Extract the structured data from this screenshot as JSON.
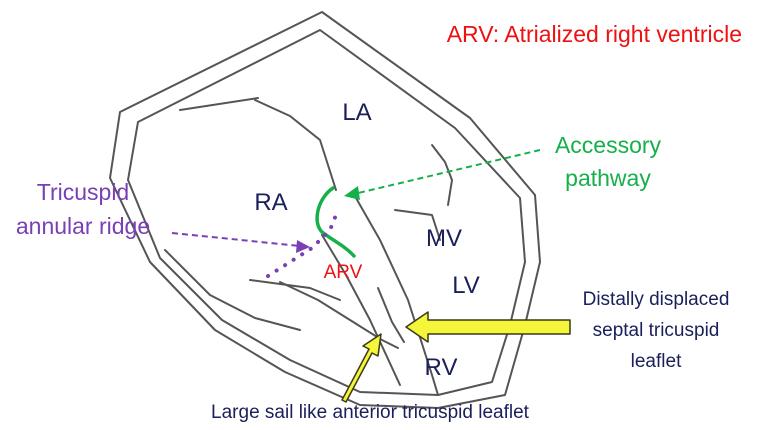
{
  "colors": {
    "outline": "#555555",
    "chamber_label": "#1a1f5a",
    "red": "#ee1111",
    "green": "#16b04a",
    "purple": "#7a3fb5",
    "arrow_fill": "#f5f53a",
    "arrow_stroke": "#3a3a1a"
  },
  "title": "ARV: Atrialized right ventricle",
  "chambers": {
    "la": "LA",
    "ra": "RA",
    "mv": "MV",
    "lv": "LV",
    "rv": "RV",
    "arv": "ARV"
  },
  "annotations": {
    "accessory_pathway": [
      "Accessory",
      "pathway"
    ],
    "tricuspid_ridge": [
      "Tricuspid",
      "annular ridge"
    ],
    "septal_leaflet": [
      "Distally displaced",
      "septal tricuspid",
      "leaflet"
    ],
    "anterior_leaflet": "Large sail like anterior tricuspid leaflet"
  },
  "icons": {
    "yellow_arrows": "arrow-icon"
  }
}
